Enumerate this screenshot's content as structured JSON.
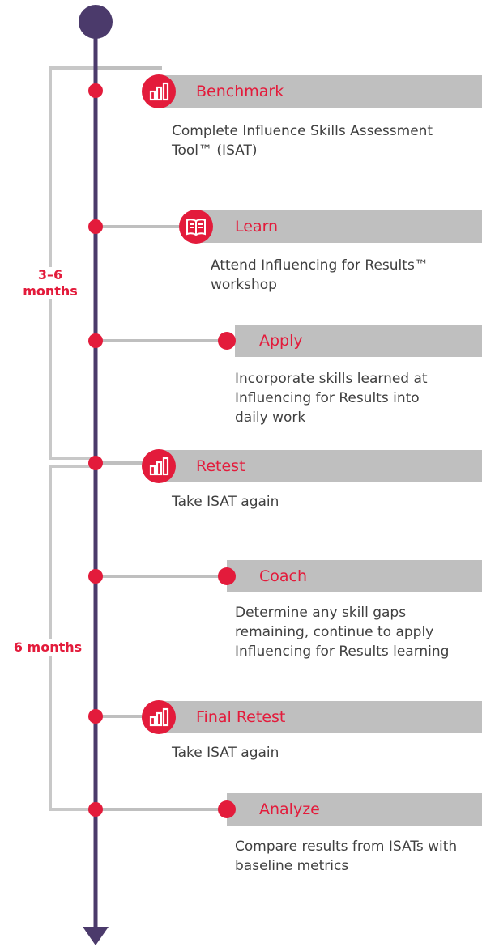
{
  "periods": [
    {
      "label_line1": "3–6",
      "label_line2": "months"
    },
    {
      "label_line1": "6 months",
      "label_line2": ""
    }
  ],
  "steps": [
    {
      "title": "Benchmark",
      "description": "Complete Influence Skills Assessment Tool™ (ISAT)",
      "icon": "bar-chart-icon"
    },
    {
      "title": "Learn",
      "description": "Attend Influencing for Results™ workshop",
      "icon": "book-icon"
    },
    {
      "title": "Apply",
      "description": "Incorporate skills learned at Influencing for Results into daily work",
      "icon": "dot"
    },
    {
      "title": "Retest",
      "description": "Take ISAT again",
      "icon": "bar-chart-icon"
    },
    {
      "title": "Coach",
      "description": "Determine any skill gaps remaining, continue to apply Influencing for Results learning",
      "icon": "dot"
    },
    {
      "title": "Final Retest",
      "description": "Take ISAT again",
      "icon": "bar-chart-icon"
    },
    {
      "title": "Analyze",
      "description": "Compare results from ISATs with baseline metrics",
      "icon": "dot"
    }
  ],
  "colors": {
    "accent": "#e31b3b",
    "line": "#4b3a6b",
    "bar": "#bfbfbf",
    "bracket": "#c8c8c8",
    "text": "#404040"
  }
}
